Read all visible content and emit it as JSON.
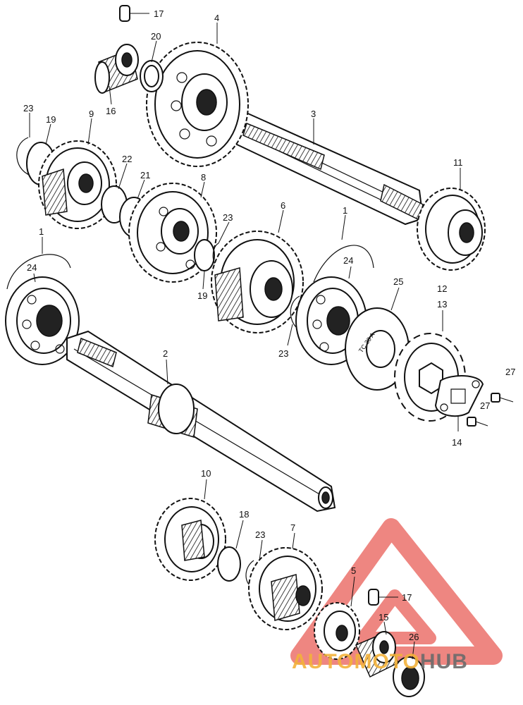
{
  "callouts": {
    "c17a": "17",
    "c20": "20",
    "c4": "4",
    "c16": "16",
    "c3": "3",
    "c23a": "23",
    "c19a": "19",
    "c9": "9",
    "c22": "22",
    "c21": "21",
    "c8": "8",
    "c23b": "23",
    "c6": "6",
    "c1a": "1",
    "c11": "11",
    "c1b": "1",
    "c24a": "24",
    "c19b": "19",
    "c24b": "24",
    "c25": "25",
    "c12": "12",
    "c13": "13",
    "c23c": "23",
    "c2": "2",
    "c27a": "27",
    "c27b": "27",
    "c14": "14",
    "c10": "10",
    "c18": "18",
    "c23d": "23",
    "c7": "7",
    "c5": "5",
    "c17b": "17",
    "c15": "15",
    "c26": "26"
  },
  "stamp_text": "TC 30 A",
  "watermark": {
    "part1": "AUTOMOTO",
    "part2": "HUB",
    "color_primary": "#f3b23a",
    "color_secondary": "#6b6b6b",
    "triangle_color": "#e4413a"
  },
  "colors": {
    "line": "#111111",
    "background": "#ffffff"
  }
}
